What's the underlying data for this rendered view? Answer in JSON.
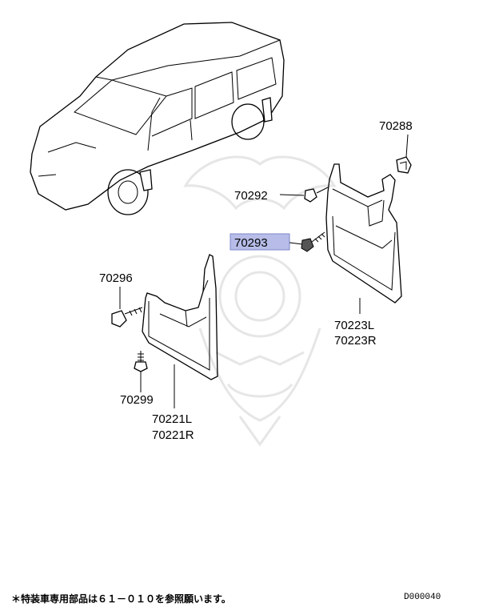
{
  "parts": {
    "p70288": "70288",
    "p70292": "70292",
    "p70293": "70293",
    "p70296": "70296",
    "p70299": "70299",
    "p70221L": "70221L",
    "p70221R": "70221R",
    "p70223L": "70223L",
    "p70223R": "70223R"
  },
  "highlight_color": "#b7bde8",
  "highlight_border": "#7d86c9",
  "footer": {
    "note": "＊特装車専用部品は６１－０１０を参照願います。",
    "code": "D000040"
  }
}
